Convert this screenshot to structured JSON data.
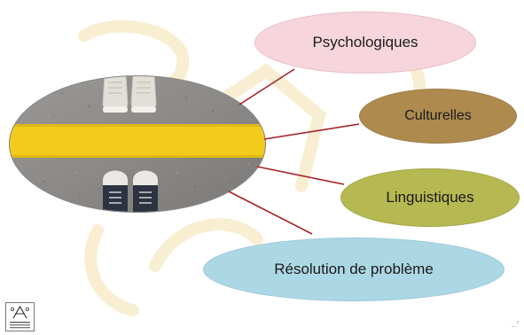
{
  "diagram": {
    "categories": [
      {
        "label": "Psychologiques",
        "color": "#f6d6dc"
      },
      {
        "label": "Culturelles",
        "color": "#ae8a4e"
      },
      {
        "label": "Linguistiques",
        "color": "#b6b952"
      },
      {
        "label": "Résolution de problème",
        "color": "#acd7e5"
      }
    ],
    "connector_color": "#a8202a",
    "road_line_color": "#f2cc1c"
  },
  "footer": {
    "logo_icon": "logo-icon",
    "corner_mark": "_ ²"
  }
}
